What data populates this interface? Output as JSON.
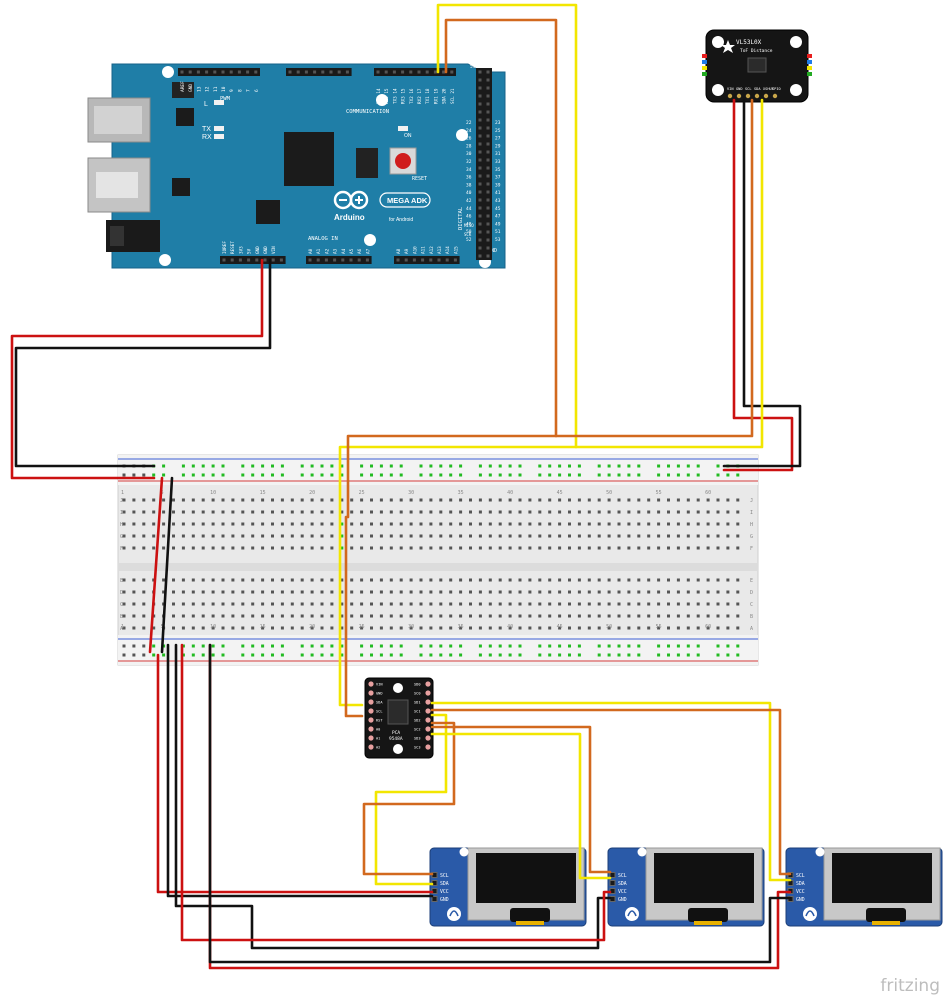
{
  "colors": {
    "arduino_board": "#1f7ea7",
    "breadboard": "#ebebeb",
    "rail_red": "#d43c3c",
    "rail_blue": "#3c5fd4",
    "wire_red": "#cc1111",
    "wire_black": "#111111",
    "wire_orange": "#d2691e",
    "wire_yellow": "#f2e600",
    "oled_board": "#2a5aa8",
    "mux_board": "#111111",
    "sensor_board": "#111111",
    "connected_hole": "#22bb22"
  },
  "arduino": {
    "logo_text": "Arduino",
    "model_badge": "MEGA ADK",
    "model_sub": "for Android",
    "communication_label": "COMMUNICATION",
    "pwm_label": "PWM",
    "analog_label": "ANALOG IN",
    "digital_label": "DIGITAL",
    "reset_label": "RESET",
    "on_label": "ON",
    "tx_label": "TX",
    "rx_label": "RX",
    "l_label": "L",
    "top_pins": [
      "AREF",
      "GND",
      "13",
      "12",
      "11",
      "10",
      "9",
      "8",
      "7",
      "6",
      "5",
      "4",
      "3",
      "2",
      "1",
      "0"
    ],
    "comm_pins": [
      "TX0 14",
      "RX0 15",
      "TX3 14",
      "RX3 15",
      "TX2 16",
      "RX2 17",
      "TX1 18",
      "RX1 19",
      "SDA 20",
      "SCL 21"
    ],
    "power_pins": [
      "IOREF",
      "RESET",
      "3V3",
      "5V",
      "GND",
      "GND",
      "VIN"
    ],
    "analog_pins": [
      "A0",
      "A1",
      "A2",
      "A3",
      "A4",
      "A5",
      "A6",
      "A7",
      "A8",
      "A9",
      "A10",
      "A11",
      "A12",
      "A13",
      "A14",
      "A15"
    ],
    "digital_header_left": [
      "22",
      "24",
      "26",
      "28",
      "30",
      "32",
      "34",
      "36",
      "38",
      "40",
      "42",
      "44",
      "46",
      "48",
      "50",
      "52"
    ],
    "digital_header_right": [
      "23",
      "25",
      "27",
      "29",
      "31",
      "33",
      "35",
      "37",
      "39",
      "41",
      "43",
      "45",
      "47",
      "49",
      "51",
      "53"
    ],
    "header_5v": "5V",
    "header_gnd": "GND",
    "miso": "MISO",
    "sck": "SCK"
  },
  "breadboard": {
    "column_numbers": [
      "1",
      "5",
      "10",
      "15",
      "20",
      "25",
      "30",
      "35",
      "40",
      "45",
      "50",
      "55",
      "60"
    ],
    "row_letters_top": [
      "J",
      "I",
      "H",
      "G",
      "F"
    ],
    "row_letters_bottom": [
      "E",
      "D",
      "C",
      "B",
      "A"
    ]
  },
  "sensor": {
    "title": "VL53L0X",
    "subtitle": "ToF Distance",
    "pins": [
      "VIN",
      "GND",
      "SCL",
      "SDA",
      "XSHUT",
      "GPIO"
    ]
  },
  "mux": {
    "title": "PCA",
    "subtitle": "9548A",
    "left_pins": [
      "VIN",
      "GND",
      "SDA",
      "SCL",
      "RST",
      "A0",
      "A1",
      "A2"
    ],
    "right_pins": [
      "SD0",
      "SC0",
      "SD1",
      "SC1",
      "SD2",
      "SC2",
      "SD3",
      "SC3"
    ]
  },
  "oleds": [
    {
      "pins": [
        "SCL",
        "SDA",
        "VCC",
        "GND"
      ]
    },
    {
      "pins": [
        "SCL",
        "SDA",
        "VCC",
        "GND"
      ]
    },
    {
      "pins": [
        "SCL",
        "SDA",
        "VCC",
        "GND"
      ]
    }
  ],
  "watermark": "fritzing"
}
